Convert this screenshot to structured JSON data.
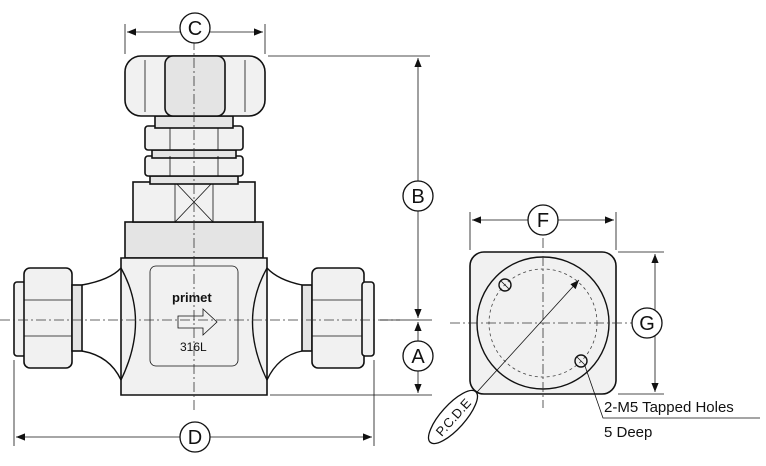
{
  "dimension_labels": {
    "a": "A",
    "b": "B",
    "c": "C",
    "d": "D",
    "e": "P.C.D.E",
    "f": "F",
    "g": "G"
  },
  "body_marking": {
    "brand": "primet",
    "material": "316L"
  },
  "notes": {
    "holes": "2-M5 Tapped Holes",
    "depth": "5 Deep"
  }
}
